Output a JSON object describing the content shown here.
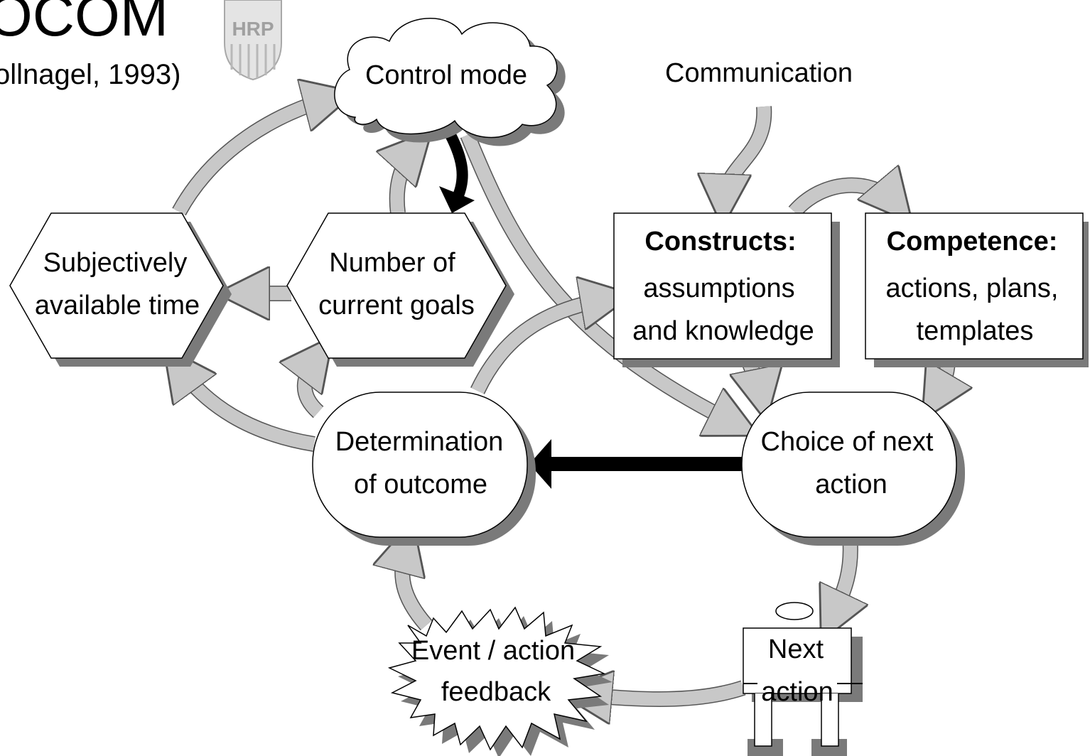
{
  "title": {
    "main": "OCOM",
    "citation": "ollnagel, 1993)"
  },
  "logo": {
    "name": "hrp-logo-icon",
    "text": "HRP"
  },
  "nodes": {
    "control_mode": "Control mode",
    "communication": "Communication",
    "subjective_time": {
      "line1": "Subjectively",
      "line2": "available time"
    },
    "current_goals": {
      "line1": "Number of",
      "line2": "current goals"
    },
    "constructs": {
      "heading": "Constructs:",
      "line1": "assumptions",
      "line2": "and knowledge"
    },
    "competence": {
      "heading": "Competence:",
      "line1": "actions, plans,",
      "line2": "templates"
    },
    "determination": {
      "line1": "Determination",
      "line2": "of outcome"
    },
    "choice": {
      "line1": "Choice of next",
      "line2": "action"
    },
    "feedback": {
      "line1": "Event / action",
      "line2": "feedback"
    },
    "next_action": {
      "line1": "Next",
      "line2": "action"
    }
  },
  "colors": {
    "arrow_fill": "#c8c8c8",
    "arrow_outline": "#555555",
    "strong_arrow": "#000000",
    "shadow": "#7a7a7a"
  }
}
